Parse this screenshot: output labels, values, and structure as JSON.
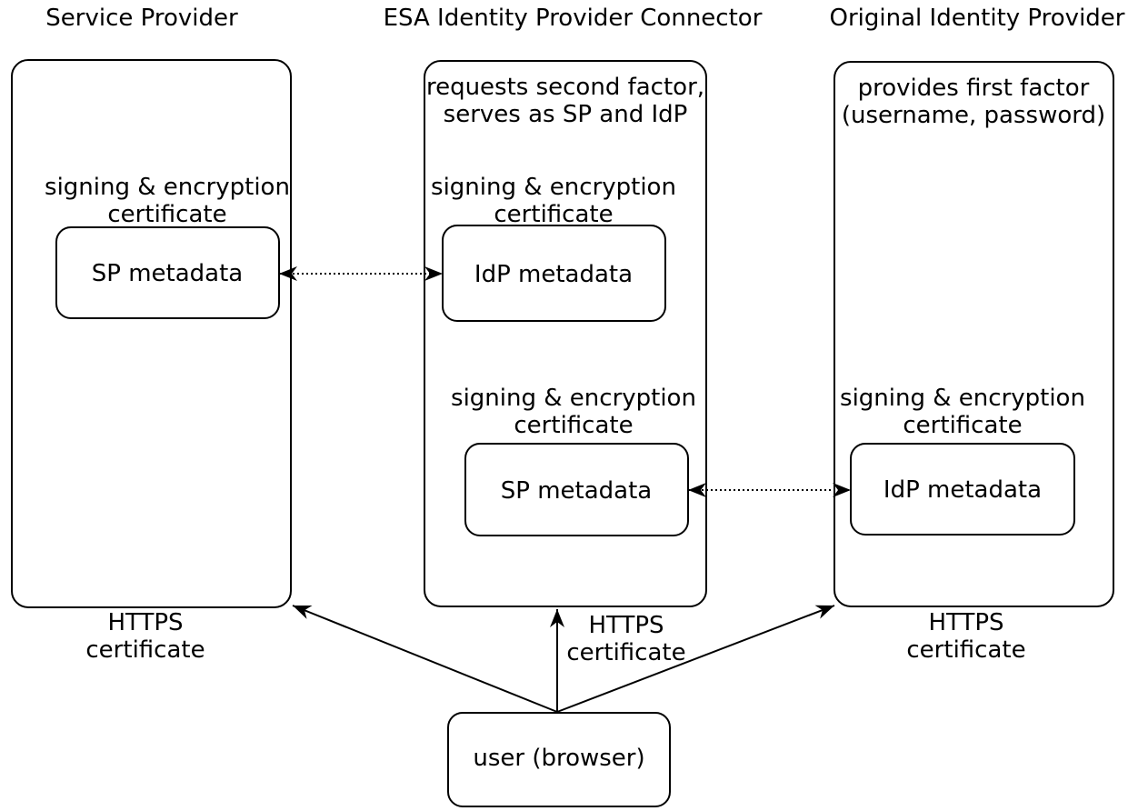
{
  "sp": {
    "title": "Service Provider",
    "cert1": "signing & encryption",
    "cert2": "certificate",
    "metadata": "SP metadata",
    "https1": "HTTPS",
    "https2": "certificate"
  },
  "esa": {
    "title": "ESA Identity Provider Connector",
    "role1": "requests second factor,",
    "role2": "serves as SP and IdP",
    "cert_top1": "signing & encryption",
    "cert_top2": "certificate",
    "metadata_top": "IdP metadata",
    "cert_bottom1": "signing & encryption",
    "cert_bottom2": "certificate",
    "metadata_bottom": "SP metadata",
    "https1": "HTTPS",
    "https2": "certificate"
  },
  "oidp": {
    "title": "Original Identity Provider",
    "role1": "provides first factor",
    "role2": "(username, password)",
    "cert1": "signing & encryption",
    "cert2": "certificate",
    "metadata": "IdP metadata",
    "https1": "HTTPS",
    "https2": "certificate"
  },
  "user": {
    "label": "user (browser)"
  },
  "colors": {
    "stroke": "#000000",
    "background": "#ffffff"
  }
}
